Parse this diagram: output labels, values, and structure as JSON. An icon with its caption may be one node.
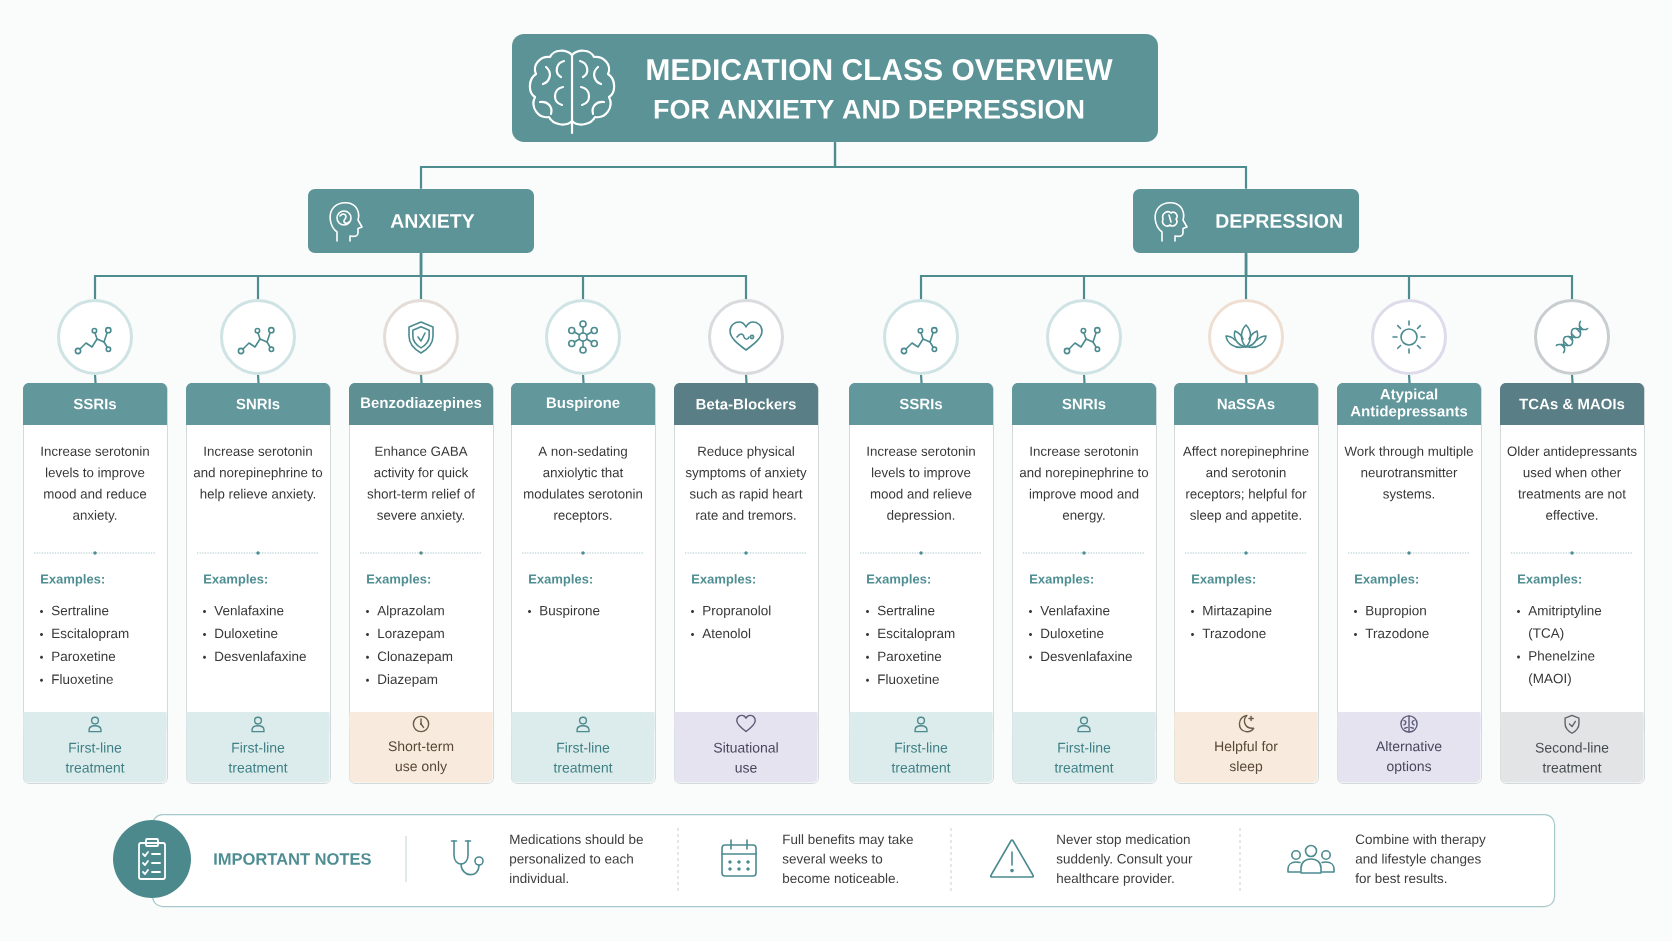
{
  "diagram": {
    "nodes": [
      {
        "text": [
          "MEDICATION CLASS OVERVIEW",
          "FOR ANXIETY AND DEPRESSION"
        ]
      },
      {
        "text": [
          "ANXIETY"
        ]
      },
      {
        "text": [
          "DEPRESSION"
        ]
      },
      {
        "text": [],
        "shape": "circle"
      },
      {
        "text": [
          "SSRIs",
          "Increase serotonin levels to improve mood and reduce anxiety.",
          "Examples:",
          "Sertraline",
          "Escitalopram",
          "Paroxetine",
          "Fluoxetine"
        ]
      },
      {
        "text": [
          "First-line treatment"
        ],
        "in": 4
      },
      {
        "text": [],
        "shape": "circle"
      },
      {
        "text": [
          "SNRIs",
          "Increase serotonin and norepinephrine to help relieve anxiety.",
          "Examples:",
          "Venlafaxine",
          "Duloxetine",
          "Desvenlafaxine"
        ]
      },
      {
        "text": [
          "First-line treatment"
        ],
        "in": 7
      },
      {
        "text": [],
        "shape": "circle"
      },
      {
        "text": [
          "Benzodiazepines",
          "Enhance GABA activity for quick short-term relief of severe anxiety.",
          "Examples:",
          "Alprazolam",
          "Lorazepam",
          "Clonazepam",
          "Diazepam"
        ]
      },
      {
        "text": [
          "Short-term use only"
        ],
        "in": 10
      },
      {
        "text": [],
        "shape": "circle"
      },
      {
        "text": [
          "Buspirone",
          "A non-sedating anxiolytic that modulates serotonin receptors.",
          "Examples:",
          "Buspirone"
        ]
      },
      {
        "text": [
          "First-line treatment"
        ],
        "in": 13
      },
      {
        "text": [],
        "shape": "circle"
      },
      {
        "text": [
          "Beta-Blockers",
          "Reduce physical symptoms of anxiety such as rapid heart rate and tremors.",
          "Examples:",
          "Propranolol",
          "Atenolol"
        ]
      },
      {
        "text": [
          "Situational use"
        ],
        "in": 16
      },
      {
        "text": [],
        "shape": "circle"
      },
      {
        "text": [
          "SSRIs",
          "Increase serotonin levels to improve mood and relieve depression.",
          "Examples:",
          "Sertraline",
          "Escitalopram",
          "Paroxetine",
          "Fluoxetine"
        ]
      },
      {
        "text": [
          "First-line treatment"
        ],
        "in": 19
      },
      {
        "text": [],
        "shape": "circle"
      },
      {
        "text": [
          "SNRIs",
          "Increase serotonin and norepinephrine to improve mood and energy.",
          "Examples:",
          "Venlafaxine",
          "Duloxetine",
          "Desvenlafaxine"
        ]
      },
      {
        "text": [
          "First-line treatment"
        ],
        "in": 22
      },
      {
        "text": [],
        "shape": "circle"
      },
      {
        "text": [
          "NaSSAs",
          "Affect norepinephrine and serotonin receptors; helpful for sleep and appetite.",
          "Examples:",
          "Mirtazapine",
          "Trazodone"
        ]
      },
      {
        "text": [
          "Helpful for sleep"
        ],
        "in": 25
      },
      {
        "text": [],
        "shape": "circle"
      },
      {
        "text": [
          "Atypical Antidepressants",
          "Work through multiple neurotransmitter systems.",
          "Examples:",
          "Bupropion",
          "Trazodone"
        ]
      },
      {
        "text": [
          "Alternative options"
        ],
        "in": 28
      },
      {
        "text": [],
        "shape": "circle"
      },
      {
        "text": [
          "TCAs & MAOIs",
          "Older antidepressants used when other treatments are not effective.",
          "Examples:",
          "Amitriptyline (TCA)",
          "Phenelzine (MAOI)"
        ]
      },
      {
        "text": [
          "Second-line treatment"
        ],
        "in": 31
      },
      {
        "text": [
          "IMPORTANT NOTES",
          "Medications should be personalized to each individual.",
          "Full benefits may take several weeks to become noticeable.",
          "Never stop medication suddenly. Consult your healthcare provider.",
          "Combine with therapy and lifestyle changes for best results."
        ]
      }
    ],
    "edges": [
      {
        "from": 0,
        "to": 1,
        "arrow": "none"
      },
      {
        "from": 0,
        "to": 2,
        "arrow": "none"
      },
      {
        "from": 1,
        "to": 3,
        "arrow": "none"
      },
      {
        "from": 3,
        "to": 4,
        "arrow": "none"
      },
      {
        "from": 1,
        "to": 6,
        "arrow": "none"
      },
      {
        "from": 6,
        "to": 7,
        "arrow": "none"
      },
      {
        "from": 1,
        "to": 9,
        "arrow": "none"
      },
      {
        "from": 9,
        "to": 10,
        "arrow": "none"
      },
      {
        "from": 1,
        "to": 12,
        "arrow": "none"
      },
      {
        "from": 12,
        "to": 13,
        "arrow": "none"
      },
      {
        "from": 1,
        "to": 15,
        "arrow": "none"
      },
      {
        "from": 15,
        "to": 16,
        "arrow": "none"
      },
      {
        "from": 2,
        "to": 18,
        "arrow": "none"
      },
      {
        "from": 18,
        "to": 19,
        "arrow": "none"
      },
      {
        "from": 2,
        "to": 21,
        "arrow": "none"
      },
      {
        "from": 21,
        "to": 22,
        "arrow": "none"
      },
      {
        "from": 2,
        "to": 24,
        "arrow": "none"
      },
      {
        "from": 24,
        "to": 25,
        "arrow": "none"
      },
      {
        "from": 2,
        "to": 27,
        "arrow": "none"
      },
      {
        "from": 27,
        "to": 28,
        "arrow": "none"
      },
      {
        "from": 2,
        "to": 30,
        "arrow": "none"
      },
      {
        "from": 30,
        "to": 31,
        "arrow": "none"
      }
    ]
  }
}
